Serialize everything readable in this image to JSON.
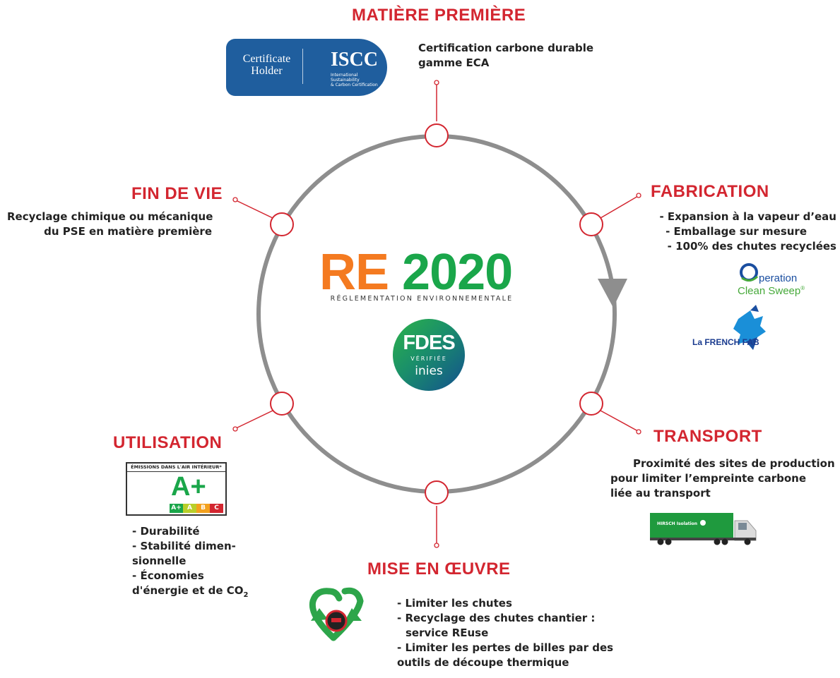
{
  "stages": {
    "matiere": {
      "title": "MATIÈRE PREMIÈRE",
      "lines": [
        "Certification carbone durable",
        "gamme ECA"
      ]
    },
    "fabrication": {
      "title": "FABRICATION",
      "lines": [
        "- Expansion à la vapeur d’eau",
        "- Emballage sur mesure",
        "- 100% des chutes recyclées"
      ]
    },
    "transport": {
      "title": "TRANSPORT",
      "lines": [
        "Proximité des sites de production",
        "pour limiter l’empreinte carbone",
        "liée au transport"
      ]
    },
    "mise": {
      "title": "MISE EN ŒUVRE",
      "lines": [
        "- Limiter les chutes",
        "- Recyclage des chutes chantier :",
        "service REuse",
        "- Limiter les pertes de billes par des",
        "outils de découpe thermique"
      ]
    },
    "utilisation": {
      "title": "UTILISATION",
      "lines": [
        "- Durabilité",
        "- Stabilité dimen-",
        "sionnelle",
        "- Économies",
        "d'énergie et de CO"
      ],
      "co2_sub": "2"
    },
    "finvie": {
      "title": "FIN DE VIE",
      "lines": [
        "Recyclage chimique ou mécanique",
        "du PSE en matière première"
      ]
    }
  },
  "center": {
    "re": "RE",
    "year": "2020",
    "subtitle": "RÉGLEMENTATION ENVIRONNEMENTALE",
    "fdes_title": "FDES",
    "fdes_verified": "VÉRIFIÉE",
    "fdes_brand": "inies"
  },
  "logos": {
    "iscc_holder": [
      "Certificate",
      "Holder"
    ],
    "iscc_name": "ISCC",
    "iscc_sub": [
      "International Sustainability",
      "& Carbon Certification"
    ],
    "ocs_line1": "peration",
    "ocs_line2": "Clean Sweep",
    "ocs_mark": "®",
    "frenchfab": "La FRENCH FAB",
    "emission_header": "ÉMISSIONS DANS L'AIR INTÉRIEUR*",
    "emission_grade": "A+",
    "emission_scale": [
      "A+",
      "A",
      "B",
      "C"
    ],
    "truck_brand": "HIRSCH Isolation"
  },
  "colors": {
    "accent_red": "#d32630",
    "ring": "#8e8e8e",
    "re_orange": "#f47a20",
    "re_green": "#1aa64a",
    "iscc_blue": "#1f5e9e"
  }
}
